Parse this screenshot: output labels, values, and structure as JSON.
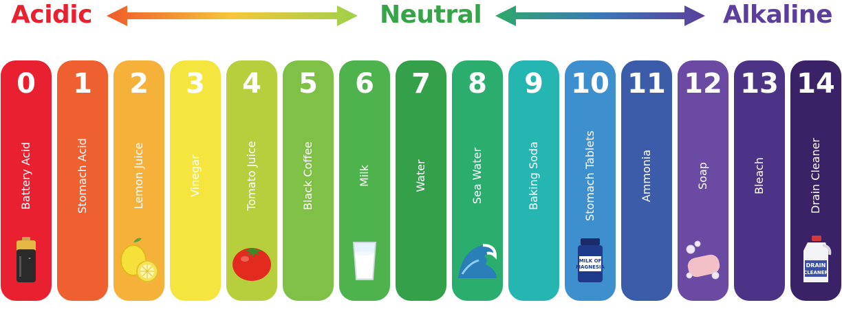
{
  "header": {
    "acidic": "Acidic",
    "neutral": "Neutral",
    "alkaline": "Alkaline",
    "colors": {
      "acidic": "#e8202f",
      "neutral": "#36a54a",
      "alkaline": "#5b3f9b"
    }
  },
  "scale": [
    {
      "value": "0",
      "substance": "Battery Acid",
      "color": "#e8202f",
      "icon": "battery-icon"
    },
    {
      "value": "1",
      "substance": "Stomach Acid",
      "color": "#ef6030",
      "icon": ""
    },
    {
      "value": "2",
      "substance": "Lemon Juice",
      "color": "#f6b13a",
      "icon": "lemon-icon"
    },
    {
      "value": "3",
      "substance": "Vinegar",
      "color": "#f4e63e",
      "icon": ""
    },
    {
      "value": "4",
      "substance": "Tomato Juice",
      "color": "#b7cf3d",
      "icon": "tomato-icon"
    },
    {
      "value": "5",
      "substance": "Black Coffee",
      "color": "#7fc146",
      "icon": ""
    },
    {
      "value": "6",
      "substance": "Milk",
      "color": "#4fb34d",
      "icon": "glass-of-milk-icon"
    },
    {
      "value": "7",
      "substance": "Water",
      "color": "#34a04a",
      "icon": ""
    },
    {
      "value": "8",
      "substance": "Sea Water",
      "color": "#2bad6e",
      "icon": "wave-icon"
    },
    {
      "value": "9",
      "substance": "Baking Soda",
      "color": "#25b6b1",
      "icon": ""
    },
    {
      "value": "10",
      "substance": "Stomach Tablets",
      "color": "#3e8fce",
      "icon": "medicine-bottle-icon",
      "icon_text": [
        "MILK OF",
        "MAGNESIA"
      ]
    },
    {
      "value": "11",
      "substance": "Ammonia",
      "color": "#3b5ca8",
      "icon": ""
    },
    {
      "value": "12",
      "substance": "Soap",
      "color": "#6a4aa3",
      "icon": "soap-icon"
    },
    {
      "value": "13",
      "substance": "Bleach",
      "color": "#4b3385",
      "icon": ""
    },
    {
      "value": "14",
      "substance": "Drain Cleaner",
      "color": "#3a2266",
      "icon": "cleaner-bottle-icon",
      "icon_text": [
        "DRAIN",
        "CLEANER"
      ]
    }
  ]
}
